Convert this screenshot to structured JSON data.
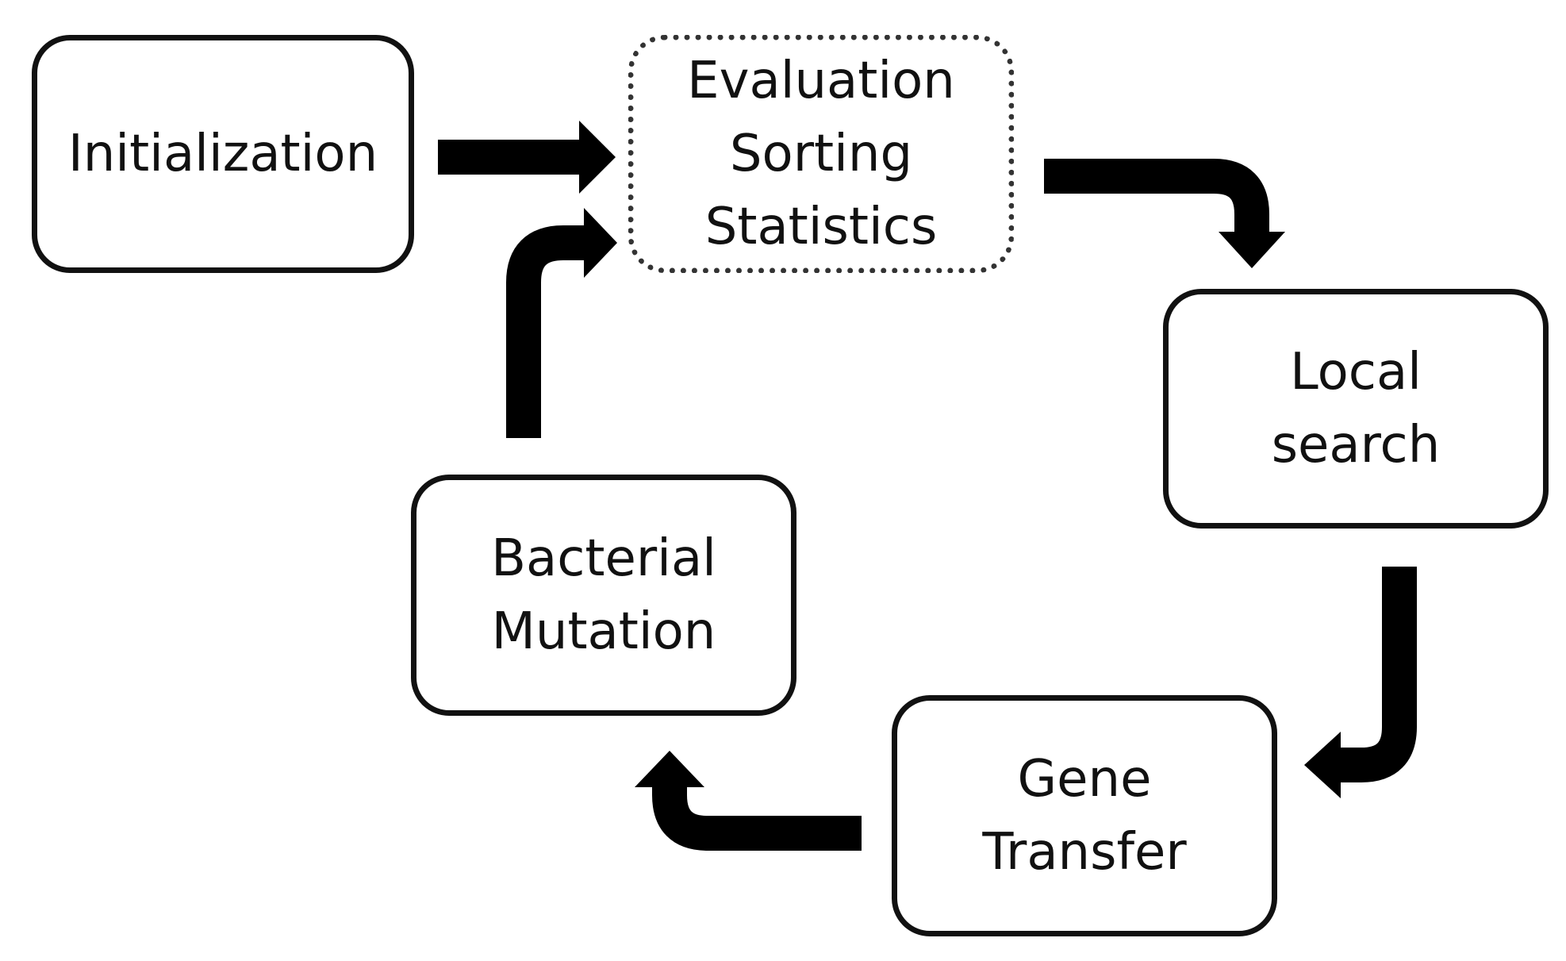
{
  "diagram": {
    "type": "flowchart-cycle",
    "nodes": [
      {
        "id": "initialization",
        "style": "solid",
        "lines": [
          "Initialization"
        ]
      },
      {
        "id": "evaluation",
        "style": "dotted",
        "lines": [
          "Evaluation",
          "Sorting",
          "Statistics"
        ]
      },
      {
        "id": "local-search",
        "style": "solid",
        "lines": [
          "Local",
          "search"
        ]
      },
      {
        "id": "gene-transfer",
        "style": "solid",
        "lines": [
          "Gene",
          "Transfer"
        ]
      },
      {
        "id": "bacterial-mutation",
        "style": "solid",
        "lines": [
          "Bacterial",
          "Mutation"
        ]
      }
    ],
    "edges": [
      {
        "from": "initialization",
        "to": "evaluation"
      },
      {
        "from": "evaluation",
        "to": "local-search"
      },
      {
        "from": "local-search",
        "to": "gene-transfer"
      },
      {
        "from": "gene-transfer",
        "to": "bacterial-mutation"
      },
      {
        "from": "bacterial-mutation",
        "to": "evaluation"
      }
    ],
    "colors": {
      "stroke": "#111111",
      "dotted_border": "#333333",
      "background": "#ffffff"
    }
  }
}
